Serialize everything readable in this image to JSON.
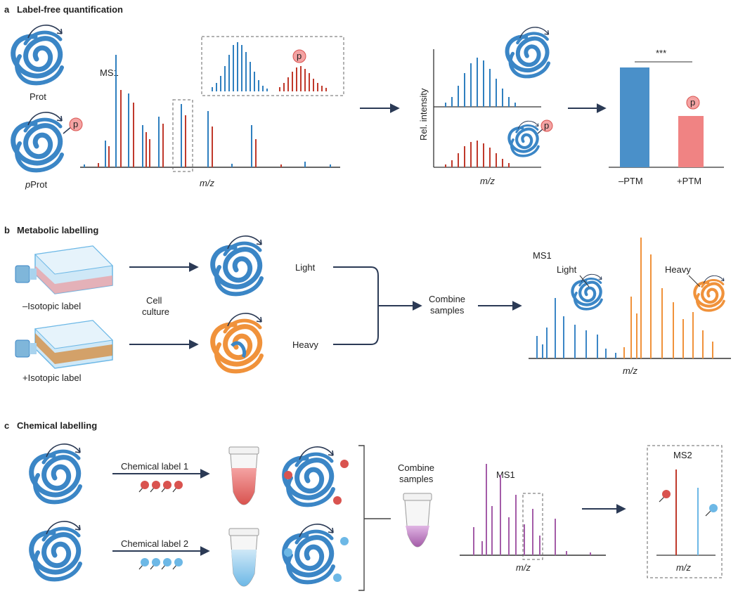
{
  "panel_a": {
    "letter": "a",
    "title": "Label-free quantification",
    "prot_label": "Prot",
    "pprot_label_italic": "p",
    "pprot_label_rest": "Prot",
    "ms1_label": "MS1",
    "xaxis_label": "m/z",
    "phospho_badge": "p",
    "rel_intensity_label": "Rel. intensity",
    "significance": "***",
    "bar_labels": [
      "–PTM",
      "+PTM"
    ],
    "bar_colors": [
      "#4a90c9",
      "#f08383"
    ]
  },
  "panel_b": {
    "letter": "b",
    "title": "Metabolic labelling",
    "minus_label": "–Isotopic label",
    "plus_label": "+Isotopic label",
    "cell_culture_line1": "Cell",
    "cell_culture_line2": "culture",
    "light_label": "Light",
    "heavy_label": "Heavy",
    "combine_line1": "Combine",
    "combine_line2": "samples",
    "ms1_label": "MS1",
    "light_peak_label": "Light",
    "heavy_peak_label": "Heavy",
    "xaxis_label": "m/z",
    "light_color": "#3b86c6",
    "heavy_color": "#f0923b"
  },
  "panel_c": {
    "letter": "c",
    "title": "Chemical labelling",
    "label1": "Chemical label 1",
    "label2": "Chemical label 2",
    "combine_line1": "Combine",
    "combine_line2": "samples",
    "ms1_label": "MS1",
    "ms2_label": "MS2",
    "xaxis_label": "m/z",
    "ms2_xaxis_label": "m/z",
    "label1_color": "#d9534f",
    "label2_color": "#6db8e6",
    "ms1_color": "#a45ca8"
  }
}
